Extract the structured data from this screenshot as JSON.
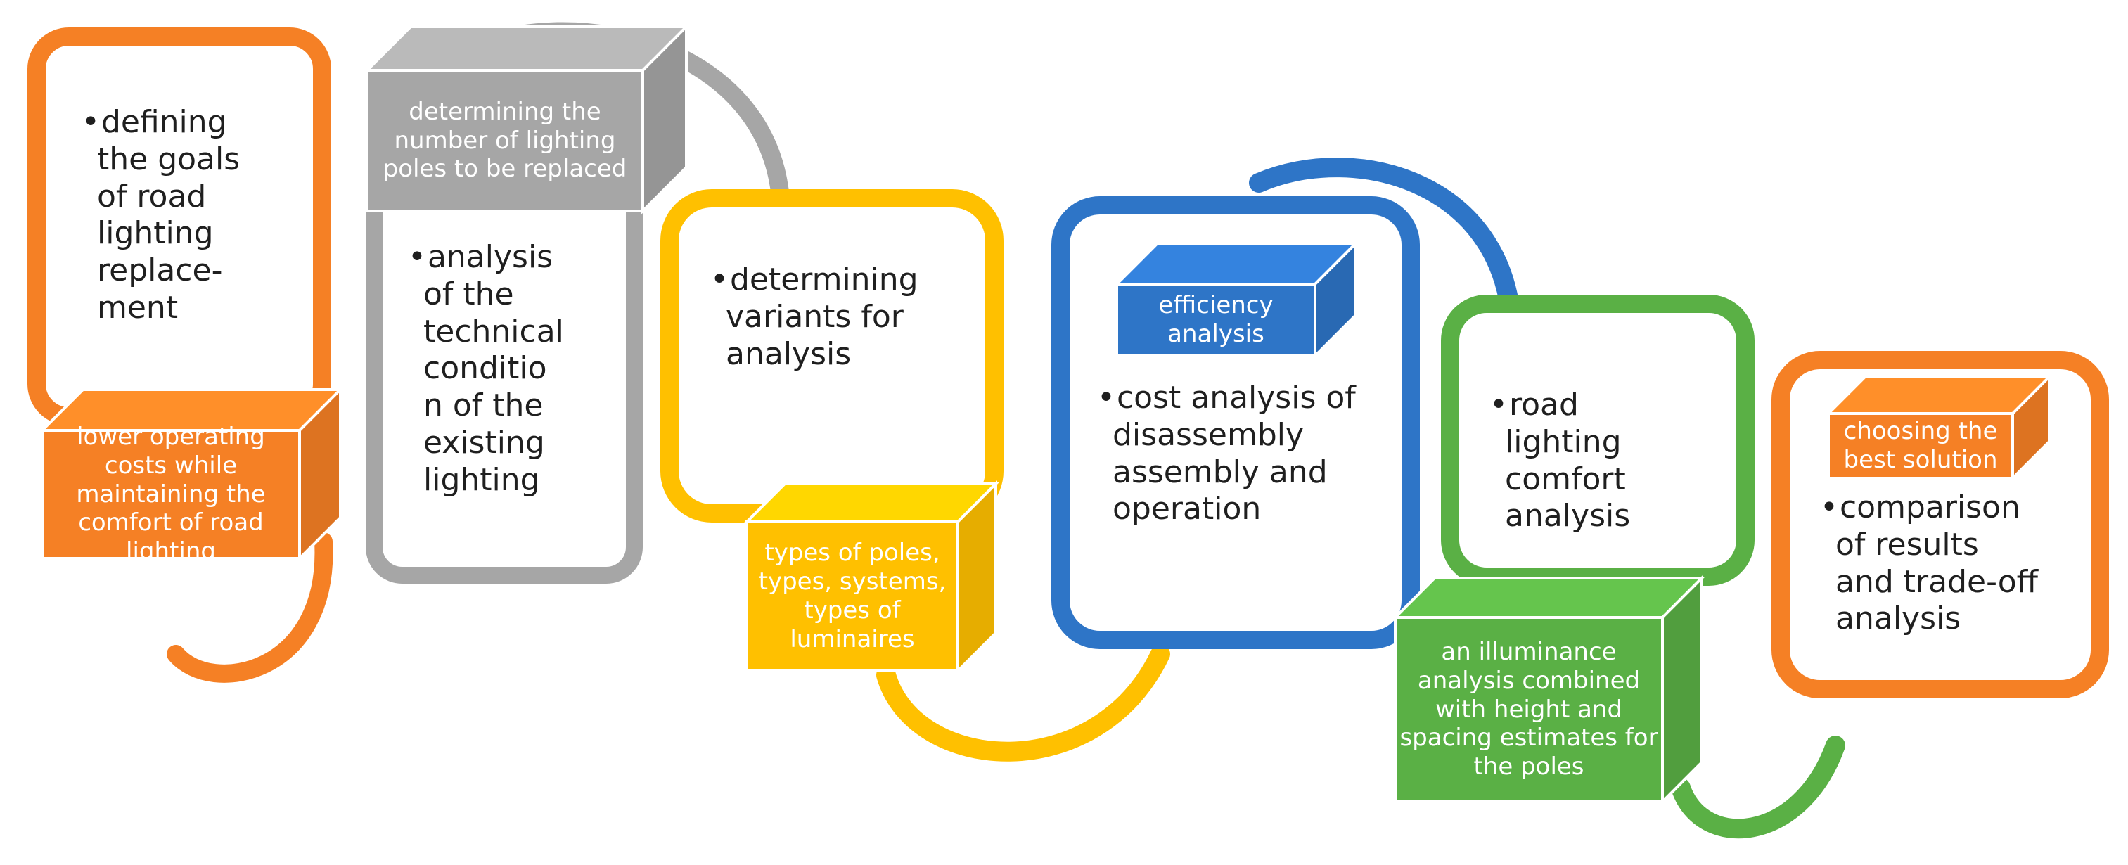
{
  "colors": {
    "orange": "#f58025",
    "gray": "#a6a6a6",
    "yellow": "#ffc000",
    "blue": "#2e75c7",
    "green": "#5ab045",
    "text": "#1f1f1f"
  },
  "steps": [
    {
      "color": "orange",
      "text": "defining the goals of road lighting replace-ment",
      "text_lines": [
        "defining",
        "the goals",
        "of road",
        "lighting",
        "replace-",
        "ment"
      ],
      "box_label": "lower operating costs while maintaining the comfort of road lighting",
      "box_label_lines": [
        "lower operating",
        "costs while",
        "maintaining the",
        "comfort of road",
        "lighting"
      ]
    },
    {
      "color": "gray",
      "text": "analysis of the technical conditio n of the existing lighting",
      "text_lines": [
        "analysis",
        "of the",
        "technical",
        "conditio",
        "n of the",
        "existing",
        "lighting"
      ],
      "box_label": "determining the number of lighting poles to be replaced",
      "box_label_lines": [
        "determining the",
        "number of lighting",
        "poles to be replaced"
      ]
    },
    {
      "color": "yellow",
      "text": "determining variants for analysis",
      "text_lines": [
        "determining",
        "variants for",
        "analysis"
      ],
      "box_label": "types of poles, types, systems, types of luminaires",
      "box_label_lines": [
        "types of poles,",
        "types, systems,",
        "types of",
        "luminaires"
      ]
    },
    {
      "color": "blue",
      "text": "cost analysis of disassembly assembly and operation",
      "text_lines": [
        "cost analysis of",
        "disassembly",
        "assembly and",
        "operation"
      ],
      "box_label": "efficiency analysis",
      "box_label_lines": [
        "efficiency",
        "analysis"
      ]
    },
    {
      "color": "green",
      "text": "road lighting comfort analysis",
      "text_lines": [
        "road",
        "lighting",
        "comfort",
        "analysis"
      ],
      "box_label": "an illuminance analysis combined with height and spacing estimates for the poles",
      "box_label_lines": [
        "an illuminance",
        "analysis combined",
        "with height and",
        "spacing estimates for",
        "the poles"
      ]
    },
    {
      "color": "orange",
      "text": "comparison of results and trade-off analysis",
      "text_lines": [
        "comparison",
        "of results",
        "and trade-off",
        "analysis"
      ],
      "box_label": "choosing the best solution",
      "box_label_lines": [
        "choosing the",
        "best solution"
      ]
    }
  ]
}
